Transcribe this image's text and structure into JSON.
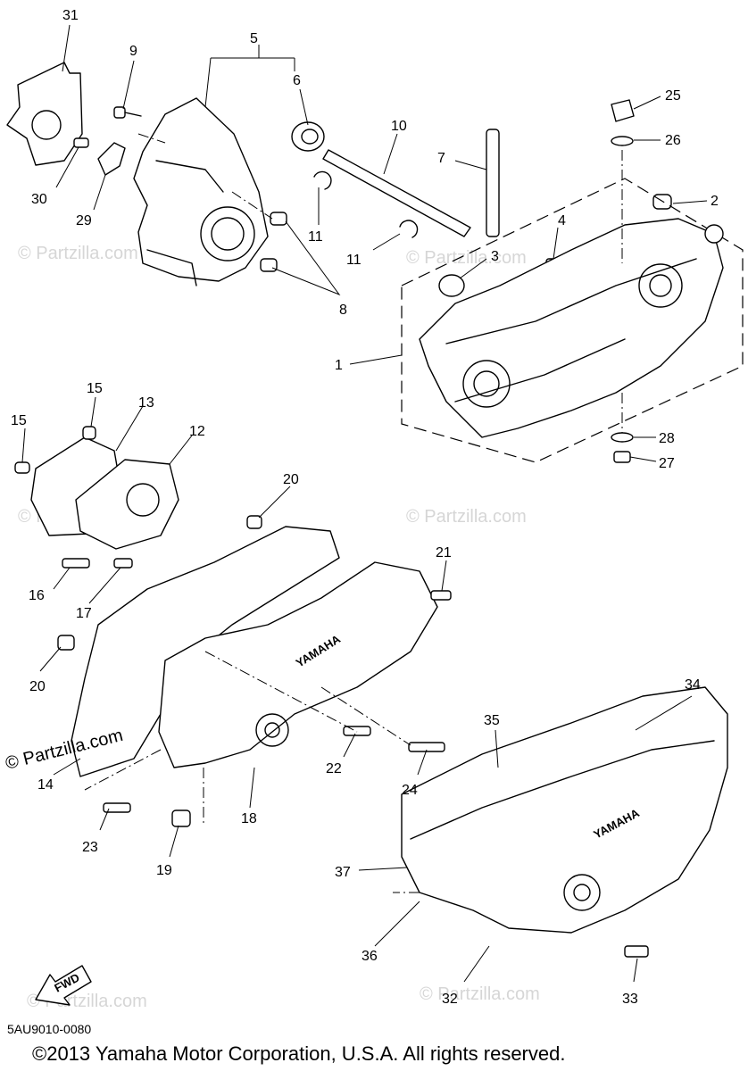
{
  "callouts": [
    {
      "id": "c31",
      "text": "31"
    },
    {
      "id": "c9",
      "text": "9"
    },
    {
      "id": "c5",
      "text": "5"
    },
    {
      "id": "c6",
      "text": "6"
    },
    {
      "id": "c10",
      "text": "10"
    },
    {
      "id": "c7",
      "text": "7"
    },
    {
      "id": "c25",
      "text": "25"
    },
    {
      "id": "c26",
      "text": "26"
    },
    {
      "id": "c2",
      "text": "2"
    },
    {
      "id": "c30",
      "text": "30"
    },
    {
      "id": "c29",
      "text": "29"
    },
    {
      "id": "c11a",
      "text": "11"
    },
    {
      "id": "c11b",
      "text": "11"
    },
    {
      "id": "c4",
      "text": "4"
    },
    {
      "id": "c3",
      "text": "3"
    },
    {
      "id": "c8",
      "text": "8"
    },
    {
      "id": "c1",
      "text": "1"
    },
    {
      "id": "c15a",
      "text": "15"
    },
    {
      "id": "c13",
      "text": "13"
    },
    {
      "id": "c15b",
      "text": "15"
    },
    {
      "id": "c12",
      "text": "12"
    },
    {
      "id": "c28",
      "text": "28"
    },
    {
      "id": "c27",
      "text": "27"
    },
    {
      "id": "c20a",
      "text": "20"
    },
    {
      "id": "c16",
      "text": "16"
    },
    {
      "id": "c17",
      "text": "17"
    },
    {
      "id": "c21",
      "text": "21"
    },
    {
      "id": "c20b",
      "text": "20"
    },
    {
      "id": "c34",
      "text": "34"
    },
    {
      "id": "c35",
      "text": "35"
    },
    {
      "id": "c14",
      "text": "14"
    },
    {
      "id": "c22",
      "text": "22"
    },
    {
      "id": "c24",
      "text": "24"
    },
    {
      "id": "c18",
      "text": "18"
    },
    {
      "id": "c23",
      "text": "23"
    },
    {
      "id": "c19",
      "text": "19"
    },
    {
      "id": "c37",
      "text": "37"
    },
    {
      "id": "c36",
      "text": "36"
    },
    {
      "id": "c32",
      "text": "32"
    },
    {
      "id": "c33",
      "text": "33"
    }
  ],
  "brand_marks": {
    "cover_logo_18": "YAMAHA",
    "cover_logo_34": "YAMAHA",
    "fwd_arrow": "FWD"
  },
  "watermarks": {
    "light": "© Partzilla.com",
    "dark": "© Partzilla.com"
  },
  "footer": {
    "doc_code": "5AU9010-0080",
    "copyright": "©2013  Yamaha Motor Corporation, U.S.A. All rights reserved."
  }
}
